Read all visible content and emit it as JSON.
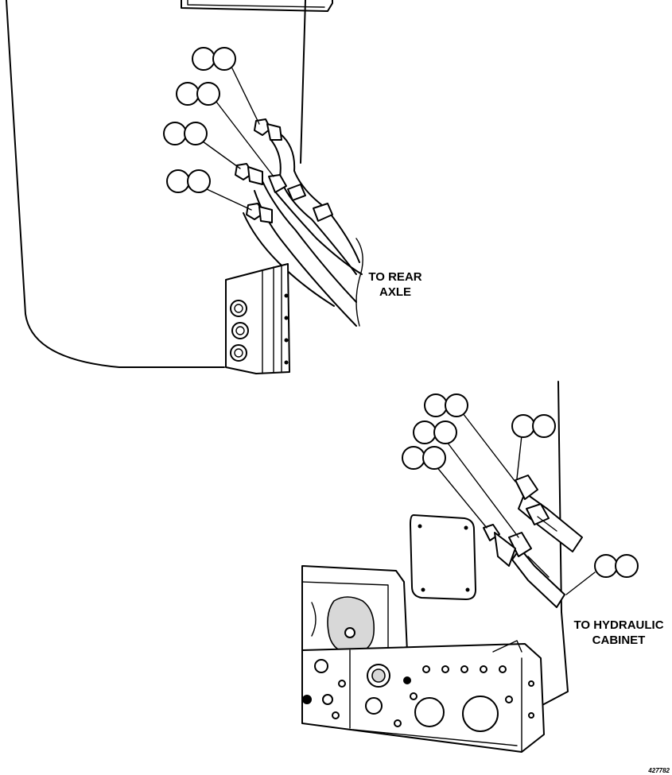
{
  "labels": {
    "rear_axle_line1": "TO REAR",
    "rear_axle_line2": "AXLE",
    "hyd_cabinet_line1": "TO HYDRAULIC",
    "hyd_cabinet_line2": "CABINET",
    "figure_number": "427782"
  },
  "callouts": [
    "",
    "",
    "",
    "",
    "",
    "",
    "",
    "",
    "",
    "",
    "",
    "",
    "",
    "",
    "",
    ""
  ]
}
